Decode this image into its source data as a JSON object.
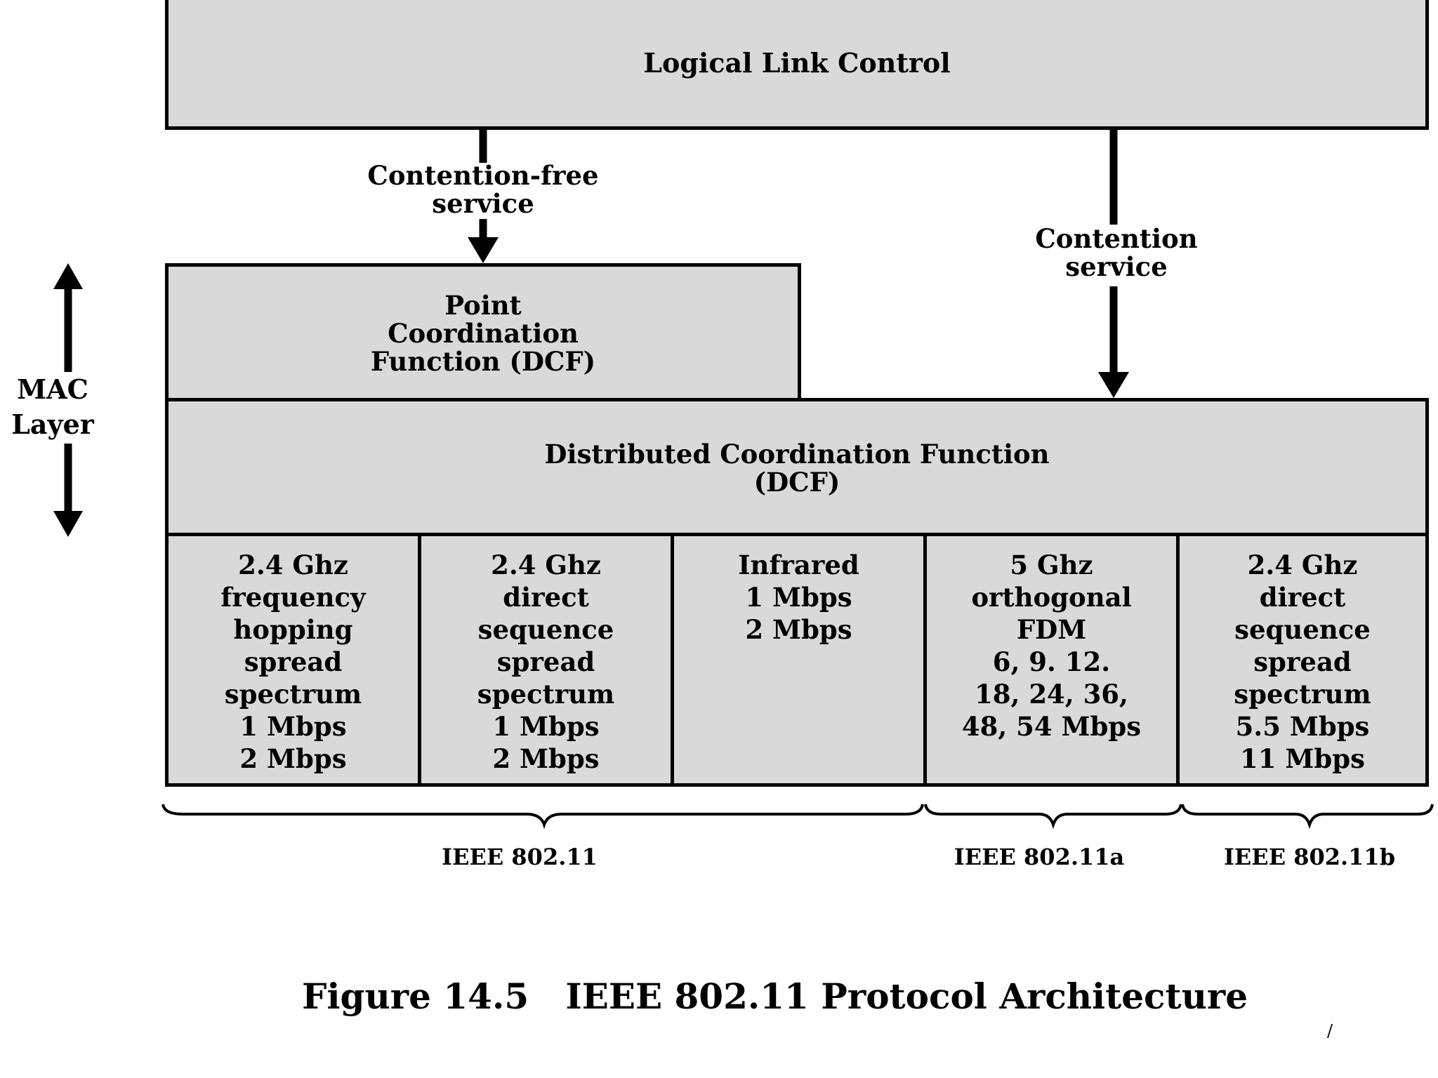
{
  "llc": {
    "label": "Logical Link Control"
  },
  "contention_free": {
    "label": "Contention-free\nservice"
  },
  "contention": {
    "label": "Contention\nservice"
  },
  "pcf": {
    "label": "Point\nCoordination\nFunction (DCF)"
  },
  "dcf": {
    "label": "Distributed Coordination Function\n(DCF)"
  },
  "mac_layer": {
    "label": "MAC\nLayer"
  },
  "phy": [
    {
      "text": "2.4 Ghz\nfrequency\nhopping\nspread\nspectrum\n1 Mbps\n2 Mbps"
    },
    {
      "text": "2.4 Ghz\ndirect\nsequence\nspread\nspectrum\n1 Mbps\n2 Mbps"
    },
    {
      "text": "Infrared\n1 Mbps\n2 Mbps"
    },
    {
      "text": "5 Ghz\northogonal\nFDM\n6, 9. 12.\n18, 24, 36,\n48, 54 Mbps"
    },
    {
      "text": "2.4 Ghz\ndirect\nsequence\nspread\nspectrum\n5.5 Mbps\n11 Mbps"
    }
  ],
  "standards": [
    {
      "label": "IEEE 802.11"
    },
    {
      "label": "IEEE 802.11a"
    },
    {
      "label": "IEEE 802.11b"
    }
  ],
  "caption": "Figure 14.5   IEEE 802.11 Protocol Architecture",
  "corner_mark": "/"
}
